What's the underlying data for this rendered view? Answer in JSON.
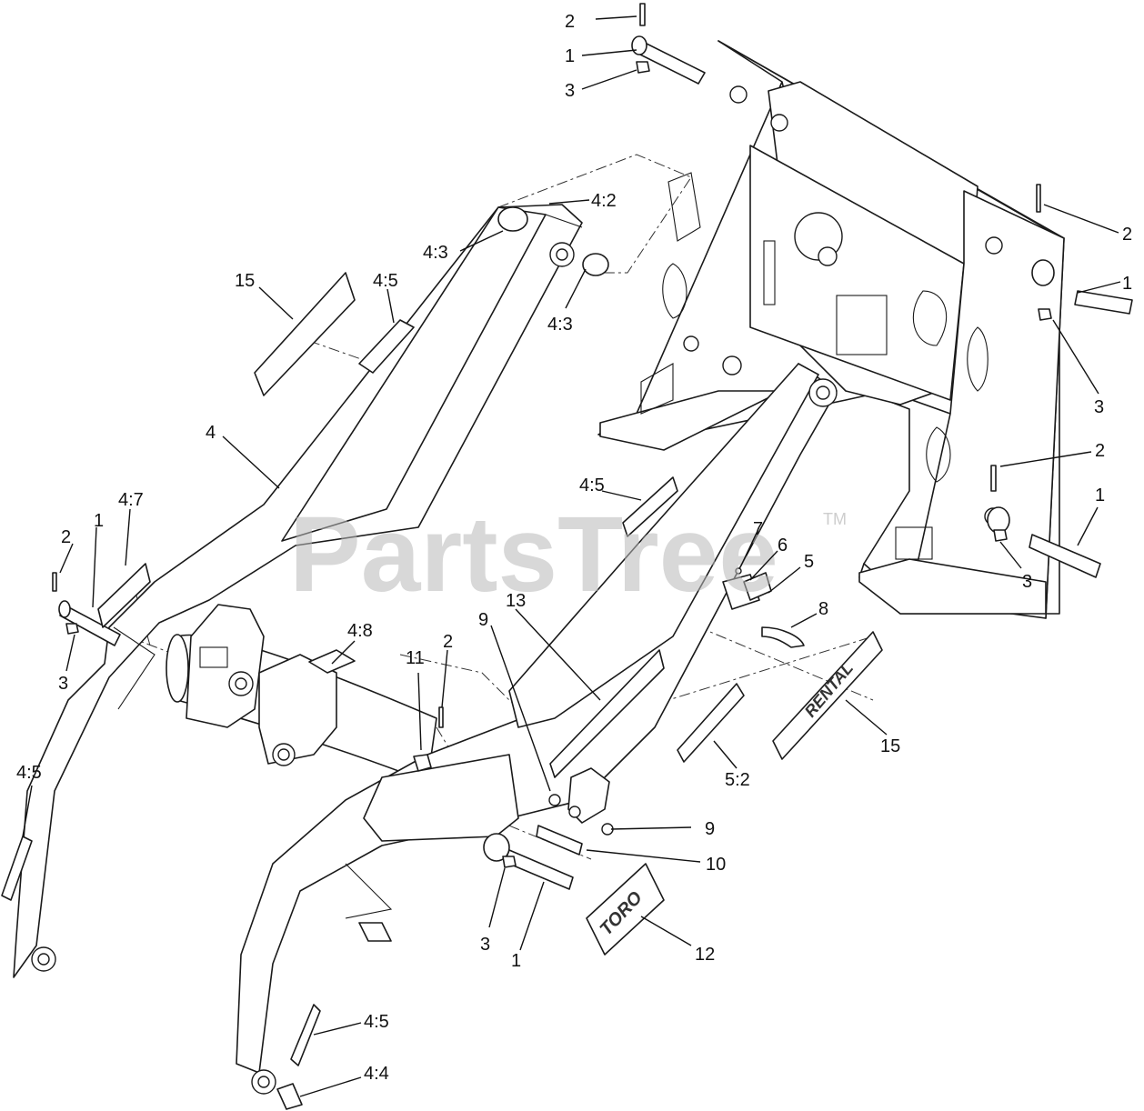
{
  "watermark": {
    "text": "PartsTree",
    "tm": "TM"
  },
  "decals": {
    "rental": "RENTAL",
    "toro": "TORO"
  },
  "callouts": [
    "2",
    "1",
    "3",
    "4:2",
    "4:3",
    "4:3",
    "15",
    "4:5",
    "2",
    "1",
    "3",
    "4",
    "2",
    "1",
    "4:7",
    "3",
    "4:5",
    "7",
    "6",
    "5",
    "2",
    "1",
    "3",
    "8",
    "4:8",
    "13",
    "9",
    "11",
    "2",
    "15",
    "5:2",
    "4:5",
    "9",
    "10",
    "3",
    "1",
    "12",
    "4:5",
    "4:4"
  ]
}
